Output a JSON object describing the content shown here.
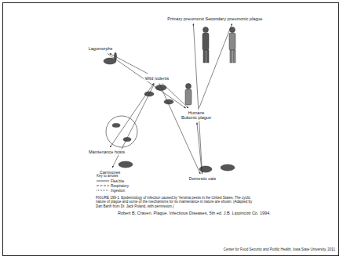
{
  "diagram": {
    "caption": "FIGURE 199-1. Epidemiology of infection caused by Yersinia pestis in the United States. The cyclic nature of plague and some of the mechanisms for its maintenance in nature are shown. (Adapted by Dan Barth from Dr. Jack Poland, with permission.)",
    "nodes": [
      {
        "text": [
          "Primary pneumonic plague"
        ]
      },
      {
        "text": [
          "Secondary pneumonic plague"
        ]
      },
      {
        "text": [
          "Lagomorphs"
        ]
      },
      {
        "text": [
          "Wild rodents"
        ]
      },
      {
        "text": [
          "Maintenance hosts"
        ]
      },
      {
        "text": [
          "Humans",
          "Bubonic plague"
        ]
      },
      {
        "text": [
          "Carnivores"
        ]
      },
      {
        "text": [
          "Domestic cats"
        ]
      }
    ],
    "edges": [
      {
        "from": 3,
        "to": 4,
        "arrow": "both"
      },
      {
        "from": 3,
        "to": 2,
        "arrow": "to"
      },
      {
        "from": 3,
        "to": 5,
        "arrow": "to"
      },
      {
        "from": 2,
        "to": 5,
        "arrow": "to"
      },
      {
        "from": 5,
        "to": 1,
        "arrow": "to"
      },
      {
        "from": 7,
        "to": 0,
        "arrow": "to"
      },
      {
        "from": 3,
        "to": 6,
        "arrow": "to"
      },
      {
        "from": 3,
        "to": 7,
        "arrow": "to"
      },
      {
        "from": 7,
        "to": 5,
        "arrow": "to"
      }
    ],
    "labels": [
      "Key to arrows",
      "Robert B. Craven. Plague. Infectious Diseases, 5th ed. J.B. Lippincott Co. 1994.",
      "Center for Food Security and Public Health, Iowa State University, 2011"
    ],
    "legend": [
      {
        "text": "Flea bite"
      },
      {
        "text": "Respiratory"
      },
      {
        "text": "Ingestion"
      }
    ]
  }
}
